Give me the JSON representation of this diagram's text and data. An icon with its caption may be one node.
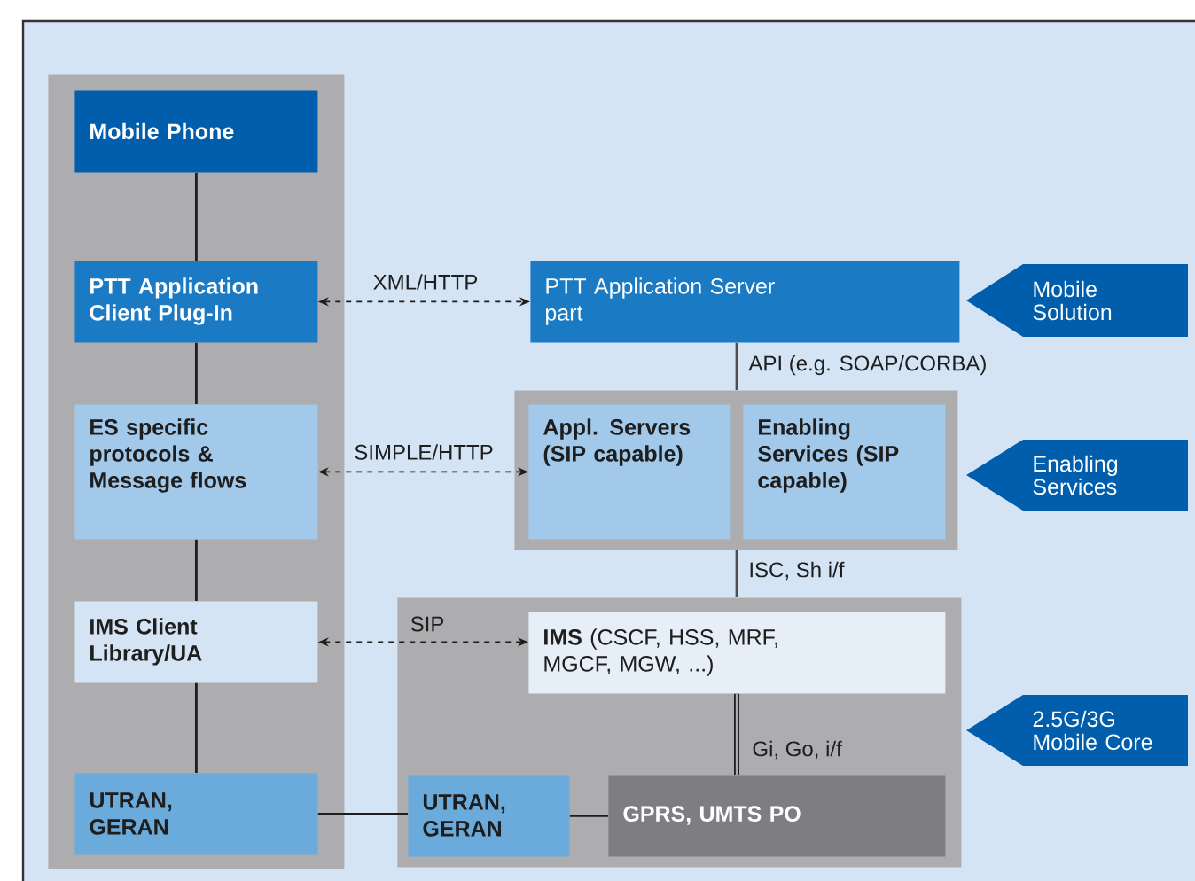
{
  "diagram": {
    "nodes": [
      {
        "text": [],
        "shape": "box"
      },
      {
        "text": [
          "Mobile Phone"
        ],
        "in": 0
      },
      {
        "text": [
          "PTT Application Client Plug-In"
        ],
        "in": 0
      },
      {
        "text": [
          "ES specific protocols & Message flows"
        ],
        "in": 0
      },
      {
        "text": [
          "IMS Client Library/UA"
        ],
        "in": 0
      },
      {
        "text": [
          "UTRAN, GERAN"
        ],
        "in": 0
      },
      {
        "text": [
          "PTT Application Server part"
        ]
      },
      {
        "text": [],
        "shape": "box"
      },
      {
        "text": [
          "Appl. Servers (SIP capable)"
        ],
        "in": 7
      },
      {
        "text": [
          "Enabling Services (SIP capable)"
        ],
        "in": 7
      },
      {
        "text": [],
        "shape": "box"
      },
      {
        "text": [
          "**IMS** (CSCF, HSS, MRF, MGCF, MGW, ...)"
        ],
        "in": 10
      },
      {
        "text": [
          "UTRAN, GERAN"
        ],
        "in": 10
      },
      {
        "text": [
          "GPRS, UMTS PO"
        ],
        "in": 10
      },
      {
        "text": [
          "Mobile Solution"
        ]
      },
      {
        "text": [
          "Enabling Services"
        ]
      },
      {
        "text": [
          "2.5G/3G Mobile Core"
        ]
      }
    ],
    "edges": [
      {
        "from": 1,
        "to": 2,
        "arrow": "none"
      },
      {
        "from": 2,
        "to": 3,
        "arrow": "none"
      },
      {
        "from": 3,
        "to": 4,
        "arrow": "none"
      },
      {
        "from": 4,
        "to": 5,
        "arrow": "none"
      },
      {
        "from": 2,
        "to": 6,
        "arrow": "both",
        "style": "dashed",
        "label": "XML/HTTP"
      },
      {
        "from": 3,
        "to": 8,
        "arrow": "both",
        "style": "dashed",
        "label": "SIMPLE/HTTP"
      },
      {
        "from": 4,
        "to": 11,
        "arrow": "both",
        "style": "dashed",
        "label": "SIP"
      },
      {
        "from": 6,
        "to": 7,
        "arrow": "none",
        "label": "API (e.g. SOAP/CORBA)",
        "color": "#4d4d4d"
      },
      {
        "from": 7,
        "to": 10,
        "arrow": "none",
        "label": "ISC, Sh i/f",
        "color": "#4d4d4d"
      },
      {
        "from": 11,
        "to": 13,
        "arrow": "none",
        "label": "Gi, Go, i/f",
        "style": "thick"
      },
      {
        "from": 5,
        "to": 12,
        "arrow": "none"
      },
      {
        "from": 12,
        "to": 13,
        "arrow": "none"
      }
    ]
  }
}
